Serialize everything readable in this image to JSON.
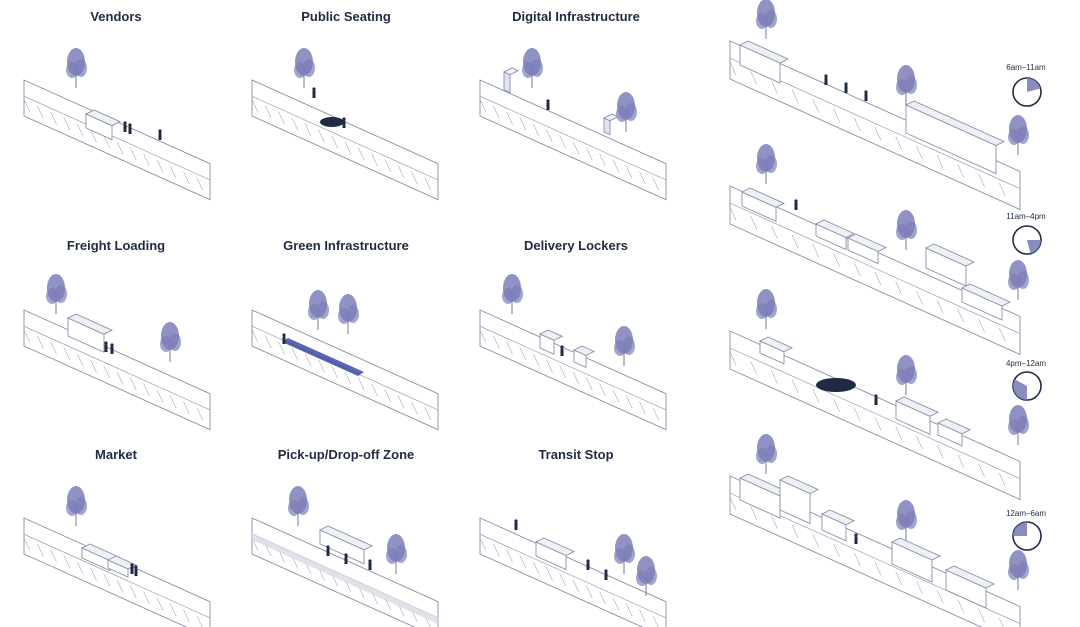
{
  "panels": [
    {
      "title": "Vendors"
    },
    {
      "title": "Public Seating"
    },
    {
      "title": "Digital Infrastructure"
    },
    {
      "title": "Freight Loading"
    },
    {
      "title": "Green Infrastructure"
    },
    {
      "title": "Delivery Lockers"
    },
    {
      "title": "Market"
    },
    {
      "title": "Pick-up/Drop-off Zone"
    },
    {
      "title": "Transit Stop"
    }
  ],
  "timeline": [
    {
      "label": "6am–11am",
      "fraction": 0.21
    },
    {
      "label": "11am–4pm",
      "fraction": 0.21
    },
    {
      "label": "4pm–12am",
      "fraction": 0.33
    },
    {
      "label": "12am–6am",
      "fraction": 0.25
    }
  ],
  "colors": {
    "ink": "#1f2a44",
    "line": "#8a8fa8",
    "tree": "#7b7fb8",
    "accent": "#2f3f9e"
  }
}
